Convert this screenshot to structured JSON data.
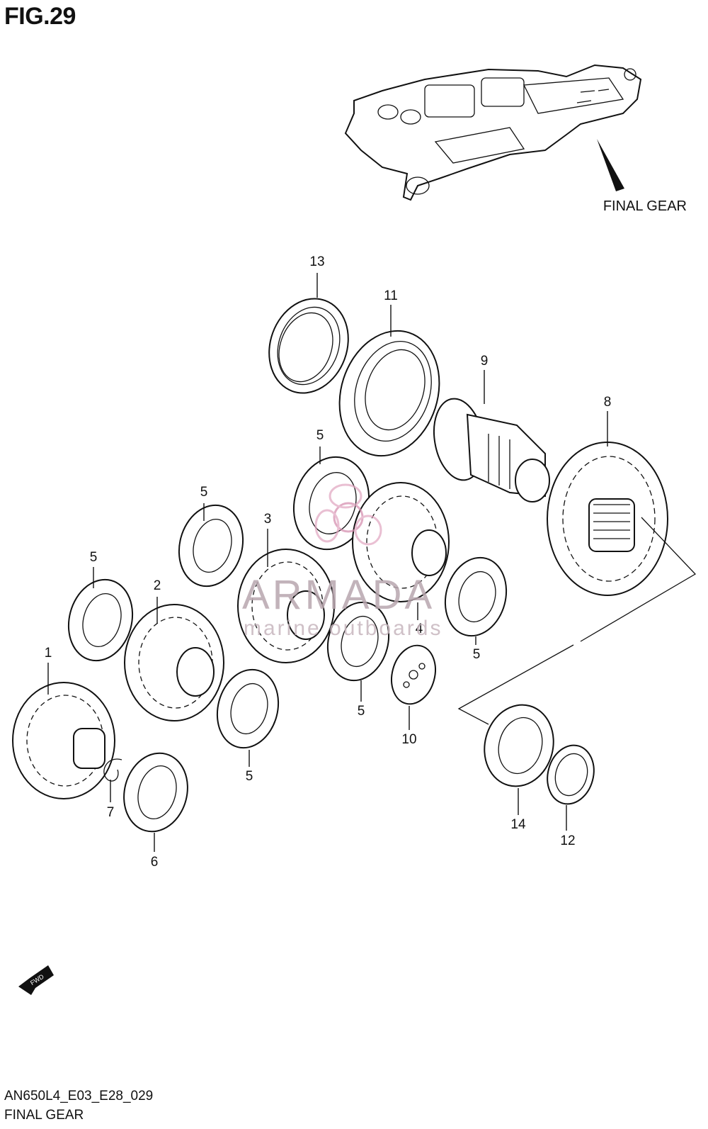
{
  "figure": {
    "title": "FIG.29",
    "callout_label": "FINAL GEAR",
    "footer_code": "AN650L4_E03_E28_029",
    "footer_name": "FINAL GEAR",
    "fwd_badge": "FWD"
  },
  "watermark": {
    "brand": "ARMADA",
    "sub": "marine outboards",
    "color": "#c9a3b5"
  },
  "parts": [
    {
      "ref": "1"
    },
    {
      "ref": "2"
    },
    {
      "ref": "3"
    },
    {
      "ref": "4"
    },
    {
      "ref": "5"
    },
    {
      "ref": "6"
    },
    {
      "ref": "7"
    },
    {
      "ref": "8"
    },
    {
      "ref": "9"
    },
    {
      "ref": "10"
    },
    {
      "ref": "11"
    },
    {
      "ref": "12"
    },
    {
      "ref": "13"
    },
    {
      "ref": "14"
    }
  ]
}
